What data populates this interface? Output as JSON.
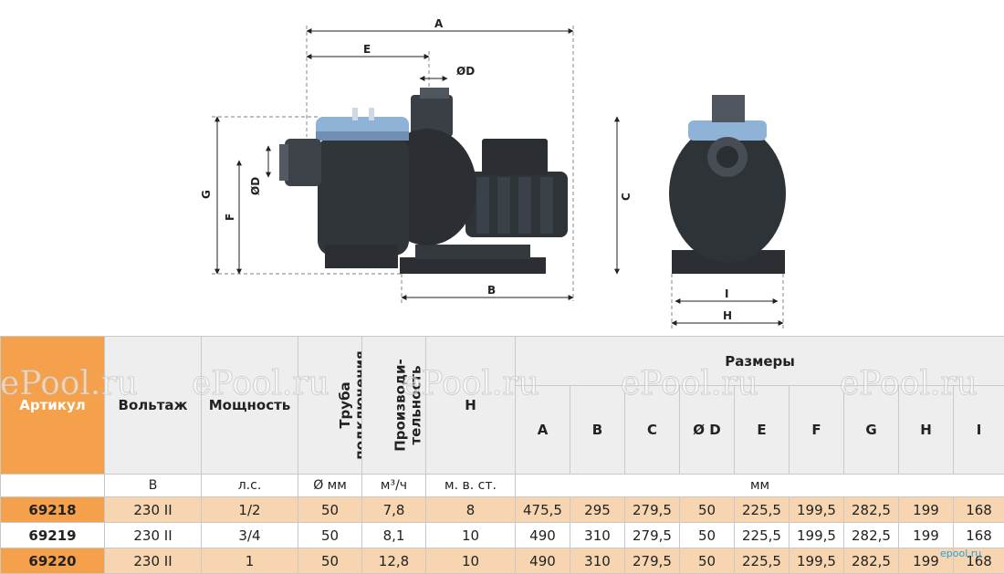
{
  "drawing": {
    "side_labels": {
      "A": "A",
      "E": "E",
      "OD_top": "ØD",
      "OD_left": "ØD",
      "G": "G",
      "F": "F",
      "C": "C",
      "B": "B"
    },
    "front_labels": {
      "I": "I",
      "H": "H"
    }
  },
  "table": {
    "headers": {
      "article": "Артикул",
      "voltage": "Вольтаж",
      "power": "Мощность",
      "pipe_line1": "Труба",
      "pipe_line2": "подключения",
      "flow_line1": "Производи-",
      "flow_line2": "тельность",
      "head": "H",
      "dimensions": "Размеры"
    },
    "dim_columns": [
      "A",
      "B",
      "C",
      "Ø D",
      "E",
      "F",
      "G",
      "H",
      "I"
    ],
    "units": {
      "voltage": "В",
      "power": "л.с.",
      "pipe": "Ø мм",
      "flow": "м³/ч",
      "head": "м. в. ст.",
      "dims": "мм"
    },
    "rows": [
      {
        "article": "69218",
        "voltage": "230 II",
        "power": "1/2",
        "pipe": "50",
        "flow": "7,8",
        "head": "8",
        "A": "475,5",
        "B": "295",
        "C": "279,5",
        "D": "50",
        "E": "225,5",
        "F": "199,5",
        "G": "282,5",
        "H": "199",
        "I": "168"
      },
      {
        "article": "69219",
        "voltage": "230 II",
        "power": "3/4",
        "pipe": "50",
        "flow": "8,1",
        "head": "10",
        "A": "490",
        "B": "310",
        "C": "279,5",
        "D": "50",
        "E": "225,5",
        "F": "199,5",
        "G": "282,5",
        "H": "199",
        "I": "168"
      },
      {
        "article": "69220",
        "voltage": "230 II",
        "power": "1",
        "pipe": "50",
        "flow": "12,8",
        "head": "10",
        "A": "490",
        "B": "310",
        "C": "279,5",
        "D": "50",
        "E": "225,5",
        "F": "199,5",
        "G": "282,5",
        "H": "199",
        "I": "168"
      }
    ]
  },
  "watermarks": [
    "ePool.ru",
    "ePool.ru",
    "ePool.ru",
    "ePool.ru",
    "ePool.ru"
  ],
  "logo": "epool.ru",
  "colors": {
    "orange": "#f5a04a",
    "light_orange": "#f6d5b0",
    "pump_body": "#2b2f33",
    "lid_blue": "#8fb3d6"
  }
}
